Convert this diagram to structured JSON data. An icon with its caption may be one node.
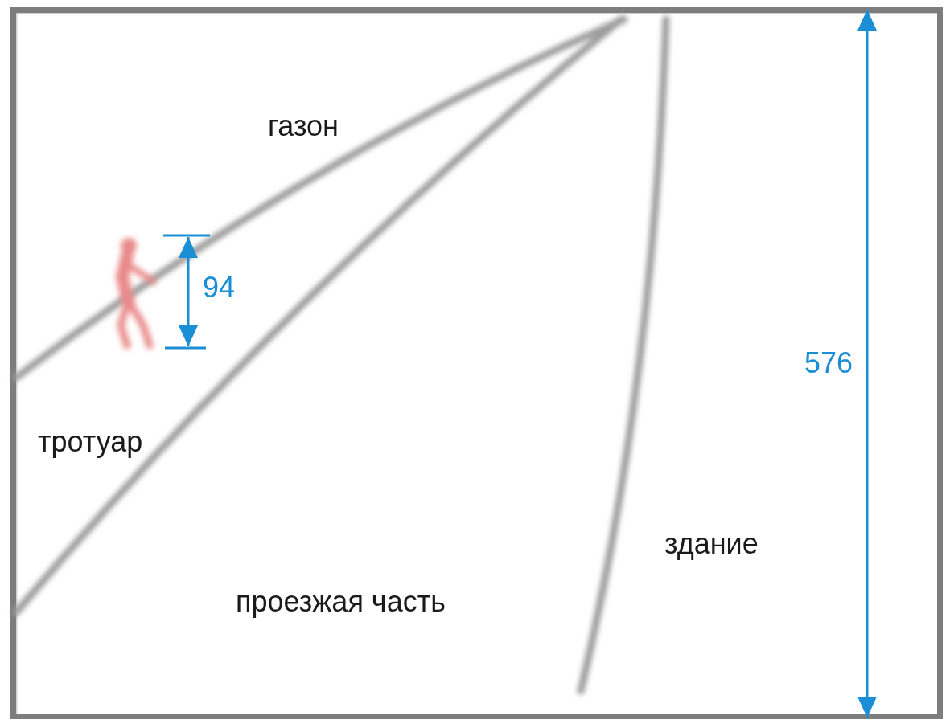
{
  "diagram": {
    "labels": [
      "газон",
      "94",
      "576",
      "тротуар",
      "здание",
      "проезжая часть"
    ]
  }
}
